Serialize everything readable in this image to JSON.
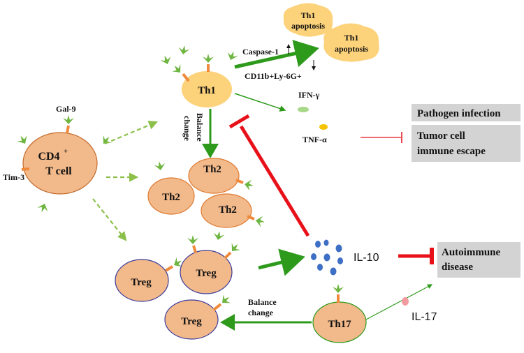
{
  "cells": {
    "cd4_main": "CD4",
    "cd4_sup": "+",
    "cd4_sub": "T cell",
    "th1": "Th1",
    "th2": "Th2",
    "treg": "Treg",
    "th17": "Th17",
    "th1_apoptosis_line1": "Th1",
    "th1_apoptosis_line2": "apoptosis"
  },
  "molecules": {
    "gal9": "Gal-9",
    "tim3": "Tim-3",
    "caspase": "Caspase-1",
    "cd11b": "CD11b+Ly-6G+",
    "ifn": "IFN-γ",
    "tnf": "TNF-α",
    "il10": "IL-10",
    "il17": "IL-17"
  },
  "labels": {
    "balance_line1": "Balance",
    "balance_line2": "change"
  },
  "outcomes": {
    "pathogen": "Pathogen infection",
    "tumor_line1": "Tumor cell",
    "tumor_line2": "immune escape",
    "autoimmune_line1": "Autoimmune",
    "autoimmune_line2": "disease"
  },
  "colors": {
    "cell_orange": "#f2b98b",
    "cell_yellow": "#fcd27a",
    "receptor_orange": "#ef8a3c",
    "ligand_green": "#6fb541",
    "arrow_green": "#2e9a1c",
    "dashed_green": "#8cc04a",
    "inhibit_red": "#e8111a",
    "il10_blue": "#3e6fc4",
    "outcome_box": "#d3d3d3"
  }
}
